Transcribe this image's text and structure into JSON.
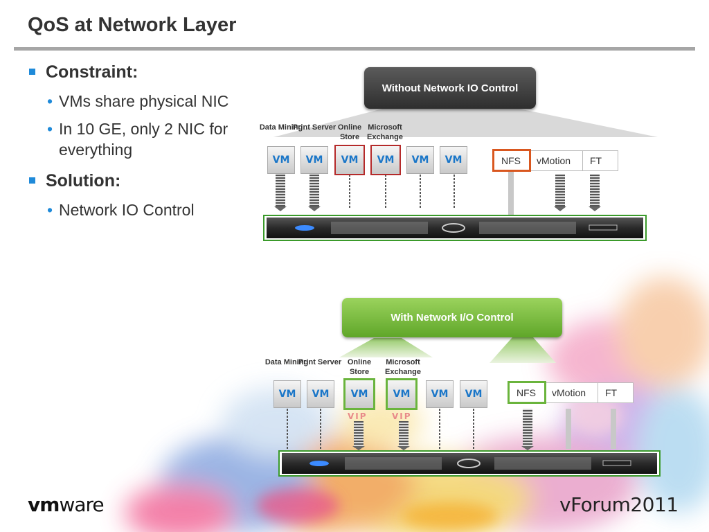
{
  "slide": {
    "title": "QoS at Network Layer",
    "bullets": {
      "constraint": "Constraint:",
      "constraint_items": [
        "VMs share physical NIC",
        "In 10 GE, only 2 NIC for everything"
      ],
      "solution": "Solution:",
      "solution_items": [
        "Network IO Control"
      ]
    }
  },
  "top_diagram": {
    "callout": "Without Network IO Control",
    "labels": [
      "Data Mining",
      "Print Server",
      "Online Store",
      "Microsoft Exchange"
    ],
    "vm_label": "VM",
    "services": [
      "NFS",
      "vMotion",
      "FT"
    ]
  },
  "bottom_diagram": {
    "callout": "With Network I/O Control",
    "labels": [
      "Data Mining",
      "Print Server",
      "Online Store",
      "Microsoft Exchange"
    ],
    "vm_label": "VM",
    "vip_label": "VIP",
    "services": [
      "NFS",
      "vMotion",
      "FT"
    ]
  },
  "footer": {
    "vmware_logo": "vmware",
    "vmware_bold": "vm",
    "vmware_rest": "ware",
    "event": "vForum2011"
  },
  "colors": {
    "accent_blue": "#1f8ad9",
    "red_highlight": "#b52a2a",
    "orange_highlight": "#d9571f",
    "green_highlight": "#6ab43c",
    "server_border": "#3a9a2a"
  }
}
